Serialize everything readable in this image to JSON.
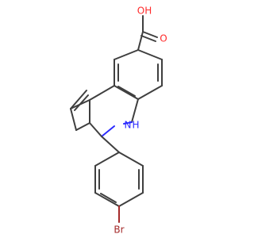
{
  "molecule": {
    "atoms": {
      "O_carbonyl": "O",
      "OH": "OH",
      "N": "N",
      "H_N": "H",
      "Br": "Br"
    },
    "colors": {
      "bond": "#3f3f3f",
      "oxygen": "#ff2a2a",
      "nitrogen": "#2b2bff",
      "bromine": "#a52a2a"
    }
  }
}
